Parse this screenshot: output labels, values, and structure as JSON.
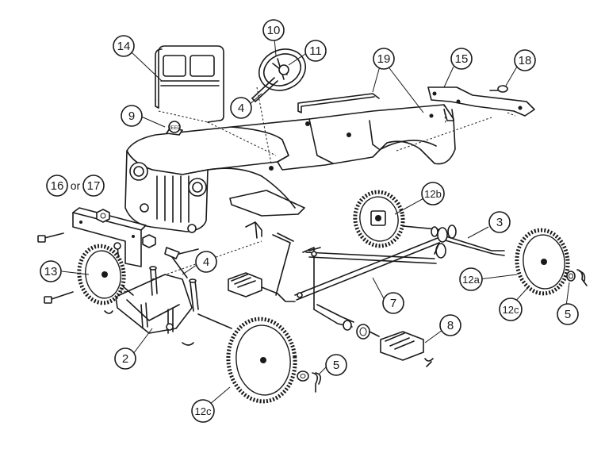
{
  "callouts": {
    "c14": "14",
    "c10": "10",
    "c11": "11",
    "c4a": "4",
    "c19": "19",
    "c15": "15",
    "c18": "18",
    "c9": "9",
    "c16": "16",
    "or_text": "or",
    "c17": "17",
    "c12b": "12b",
    "c3": "3",
    "c13": "13",
    "c4b": "4",
    "c12a": "12a",
    "c7": "7",
    "c12c_right": "12c",
    "c5_right": "5",
    "c8": "8",
    "c2": "2",
    "c5_mid": "5",
    "c12c_front": "12c"
  },
  "grille_badge": "JEEP",
  "icons": [
    "wheel-icon",
    "pedal-icon",
    "cotter-pin-icon",
    "washer-icon",
    "bolt-icon",
    "nut-icon"
  ]
}
